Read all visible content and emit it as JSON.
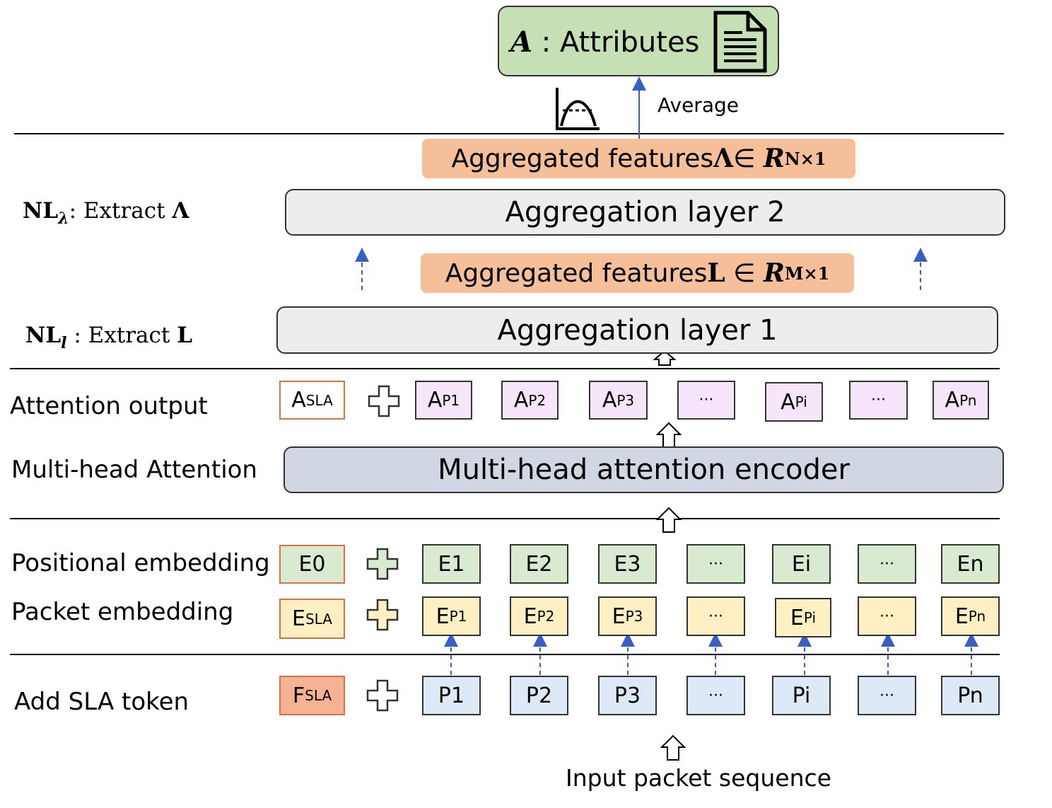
{
  "output": {
    "attr_symbol": "A",
    "attr_sep": " : ",
    "attr_text": "Attributes"
  },
  "average_label": "Average",
  "feat_lambda": {
    "text": "Aggregated features ",
    "symbol": "Λ",
    "in": " ∈ ",
    "R": "R",
    "sup": "N×1"
  },
  "feat_l": {
    "text": "Aggregated features ",
    "symbol": "L",
    "in": " ∈ ",
    "R": "R",
    "sup": "M×1"
  },
  "layer2": "Aggregation layer 2",
  "layer1": "Aggregation layer 1",
  "nl_lambda": {
    "base": "NL",
    "sub": "λ",
    "rest": ": Extract ",
    "sym": "Λ"
  },
  "nl_l": {
    "base": "NL",
    "sub": "l",
    "rest": " : Extract ",
    "sym": "L"
  },
  "row_labels": {
    "attention_output": "Attention output",
    "multihead": "Multi-head Attention",
    "positional": "Positional embedding",
    "packet": "Packet embedding",
    "add_sla": "Add SLA token"
  },
  "encoder": "Multi-head attention encoder",
  "attention_tokens": [
    {
      "main": "A",
      "sub": "SLA"
    },
    {
      "main": "A",
      "sub": "P1"
    },
    {
      "main": "A",
      "sub": "P2"
    },
    {
      "main": "A",
      "sub": "P3"
    },
    {
      "main": "···",
      "sub": ""
    },
    {
      "main": "A",
      "sub": "Pi"
    },
    {
      "main": "···",
      "sub": ""
    },
    {
      "main": "A",
      "sub": "Pn"
    }
  ],
  "positional_tokens": [
    "E0",
    "E1",
    "E2",
    "E3",
    "···",
    "Ei",
    "···",
    "En"
  ],
  "packet_tokens": [
    {
      "main": "E",
      "sub": "SLA"
    },
    {
      "main": "E",
      "sub": "P1"
    },
    {
      "main": "E",
      "sub": "P2"
    },
    {
      "main": "E",
      "sub": "P3"
    },
    {
      "main": "···",
      "sub": ""
    },
    {
      "main": "E",
      "sub": "Pi"
    },
    {
      "main": "···",
      "sub": ""
    },
    {
      "main": "E",
      "sub": "Pn"
    }
  ],
  "input_tokens": [
    {
      "main": "F",
      "sub": "SLA"
    },
    {
      "main": "P1",
      "sub": ""
    },
    {
      "main": "P2",
      "sub": ""
    },
    {
      "main": "P3",
      "sub": ""
    },
    {
      "main": "···",
      "sub": ""
    },
    {
      "main": "Pi",
      "sub": ""
    },
    {
      "main": "···",
      "sub": ""
    },
    {
      "main": "Pn",
      "sub": ""
    }
  ],
  "input_label": "Input packet sequence",
  "colors": {
    "green_box": "#c5e0b4",
    "orange_feat": "#f5bf9a",
    "layer_gray": "#ededed",
    "encoder_blue": "#d0d6e2",
    "arrow_blue": "#3a5fc4",
    "sla_red": "#e0703f"
  }
}
